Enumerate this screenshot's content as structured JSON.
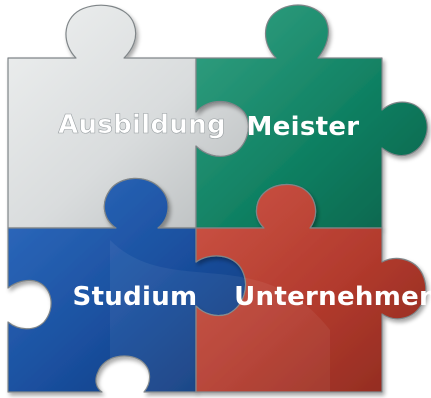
{
  "puzzle": {
    "pieces": [
      {
        "id": "ausbildung",
        "label": "Ausbildung",
        "color": "#d9dcdd",
        "color_light": "#eef0f0",
        "color_dark": "#b8bcbd",
        "label_color": "#ffffff"
      },
      {
        "id": "meister",
        "label": "Meister",
        "color": "#118163",
        "color_light": "#35a283",
        "color_dark": "#07624a",
        "label_color": "#ffffff"
      },
      {
        "id": "studium",
        "label": "Studium",
        "color": "#1a4f9e",
        "color_light": "#2f6cc0",
        "color_dark": "#0d3777",
        "label_color": "#ffffff"
      },
      {
        "id": "unternehmen",
        "label": "Unternehmen",
        "color": "#b23a2d",
        "color_light": "#cd5546",
        "color_dark": "#8c2a1f",
        "label_color": "#ffffff"
      }
    ],
    "outline_color": "#7f8588",
    "shadow_color": "#9aa0a3"
  }
}
